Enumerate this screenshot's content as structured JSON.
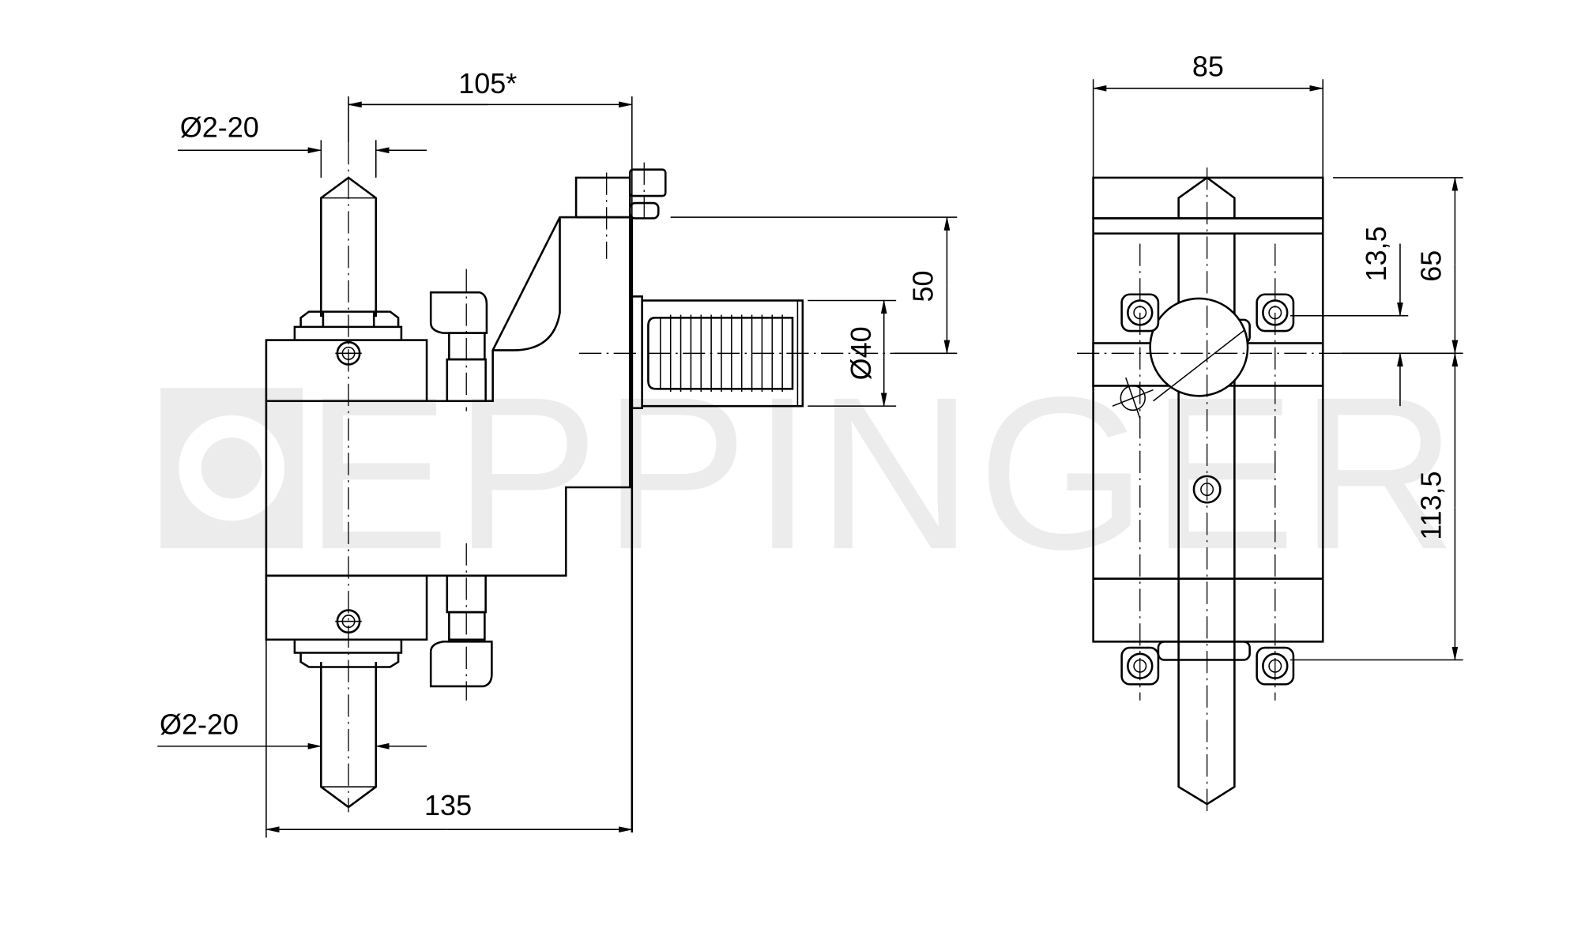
{
  "watermark": {
    "text": "EPPINGER"
  },
  "side_view": {
    "dim_top_length": "105*",
    "dim_top_diameter": "Ø2-20",
    "dim_bottom_diameter": "Ø2-20",
    "dim_bottom_length": "135",
    "dim_height_offset": "50",
    "dim_shank_diameter": "Ø40"
  },
  "front_view": {
    "dim_width": "85",
    "dim_small_offset": "13,5",
    "dim_upper_height": "65",
    "dim_lower_height": "113,5"
  }
}
